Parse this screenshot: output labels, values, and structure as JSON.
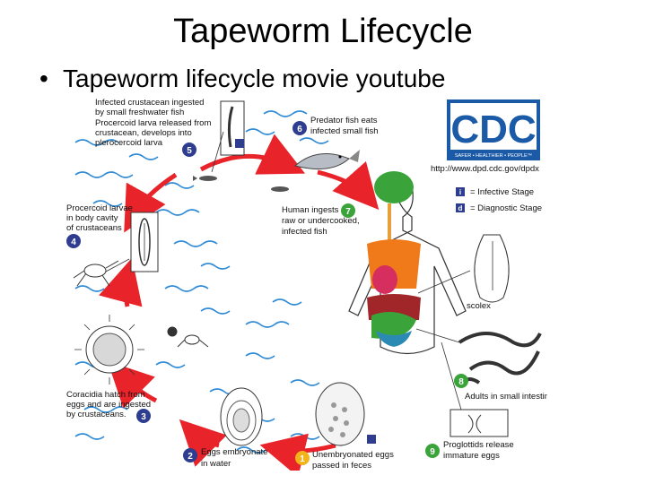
{
  "slide": {
    "title": "Tapeworm Lifecycle",
    "bullet": "Tapeworm lifecycle movie  youtube"
  },
  "diagram": {
    "logo": {
      "text": "CDC",
      "tagline": "SAFER • HEALTHIER • PEOPLE™",
      "url": "http://www.dpd.cdc.gov/dpdx",
      "brand_color": "#1b5aa6"
    },
    "legend": {
      "infective": "= Infective Stage",
      "infective_mark": "i",
      "diagnostic": "= Diagnostic Stage",
      "diagnostic_mark": "d"
    },
    "colors": {
      "arrow": "#e8232a",
      "step_circle_blue": "#2e3d8f",
      "step_circle_green": "#3aa43a",
      "step_circle_yellow": "#f3b41b",
      "water": "#2f8ad6"
    },
    "steps": [
      {
        "num": "1",
        "lines": [
          "Unembryonated eggs",
          "passed in feces"
        ]
      },
      {
        "num": "2",
        "lines": [
          "Eggs embryonate",
          "in water"
        ]
      },
      {
        "num": "3",
        "lines": [
          "Coracidia hatch from",
          "eggs and are ingested",
          "by crustaceans."
        ]
      },
      {
        "num": "4",
        "lines": [
          "Procercoid larvae",
          "in body cavity",
          "of crustaceans"
        ]
      },
      {
        "num": "5",
        "lines": [
          "Infected crustacean ingested",
          "by small freshwater fish",
          "Procercoid larva released from",
          "crustacean, develops into",
          "plerocercoid larva"
        ]
      },
      {
        "num": "6",
        "lines": [
          "Predator fish eats",
          "infected small fish"
        ]
      },
      {
        "num": "7",
        "lines": [
          "Human ingests",
          "raw or undercooked,",
          "infected fish"
        ]
      },
      {
        "num": "8",
        "lines": [
          "Adults in small intestine"
        ]
      },
      {
        "num": "9",
        "lines": [
          "Proglottids release",
          "immature eggs"
        ]
      }
    ],
    "scolex_label": "scolex"
  }
}
